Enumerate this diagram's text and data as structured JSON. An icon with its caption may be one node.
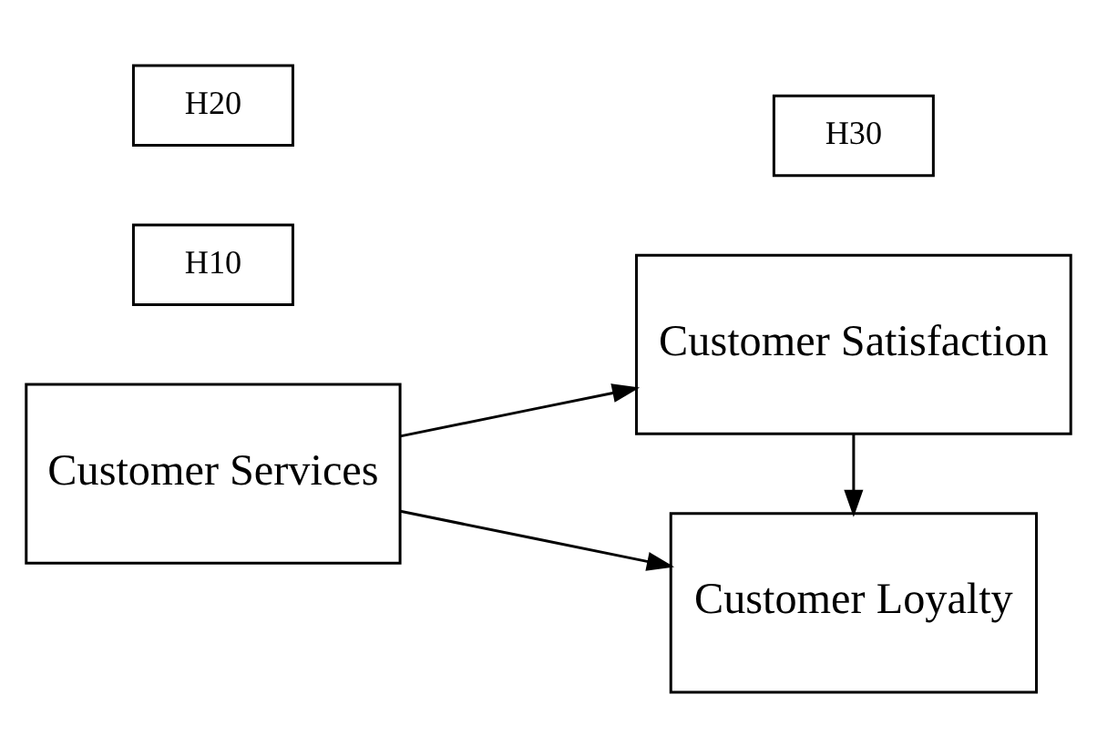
{
  "diagram": {
    "nodes": [
      {
        "text": [
          "Customer Satisfaction"
        ]
      },
      {
        "text": [
          "H10"
        ]
      },
      {
        "text": [
          "Customer Services"
        ]
      },
      {
        "text": [
          "H30"
        ]
      },
      {
        "text": [
          "H20"
        ]
      },
      {
        "text": [
          "Customer Loyalty"
        ]
      }
    ],
    "edges": [
      {
        "from": 2,
        "to": 0,
        "arrow": "to"
      },
      {
        "from": 2,
        "to": 5,
        "arrow": "to"
      },
      {
        "from": 0,
        "to": 5,
        "arrow": "to"
      }
    ]
  }
}
